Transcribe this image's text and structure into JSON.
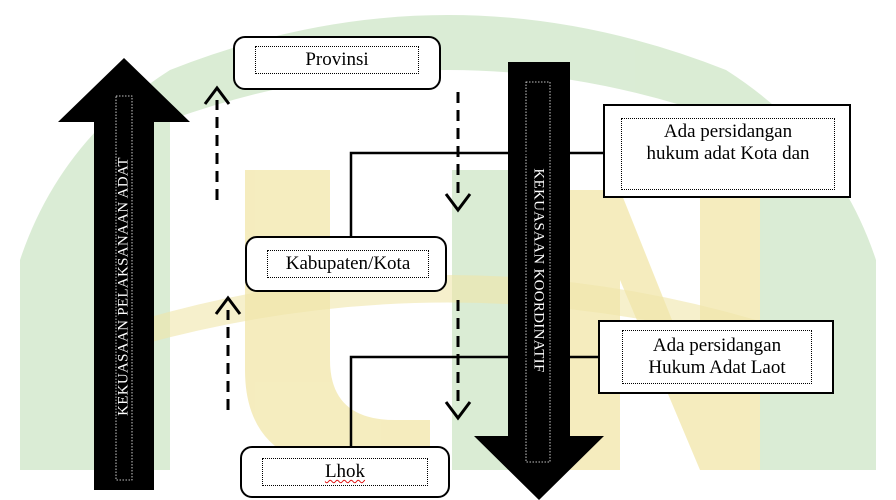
{
  "diagram": {
    "levels": {
      "provinsi": "Provinsi",
      "kabupaten_kota": "Kabupaten/Kota",
      "lhok": "Lhok"
    },
    "arrows": {
      "left_label": "KEKUASAAN PELAKSANAAN ADAT",
      "right_label": "KEKUASAAN KOORDINATIF"
    },
    "notes": {
      "top_line1": "Ada persidangan",
      "top_line2": "hukum adat Kota dan",
      "bottom_line1": "Ada persidangan",
      "bottom_line2": "Hukum Adat Laot"
    },
    "colors": {
      "watermark_green": "#c9e3c2",
      "watermark_yellow": "#f3e6a6",
      "arrow_fill": "#000000"
    }
  }
}
